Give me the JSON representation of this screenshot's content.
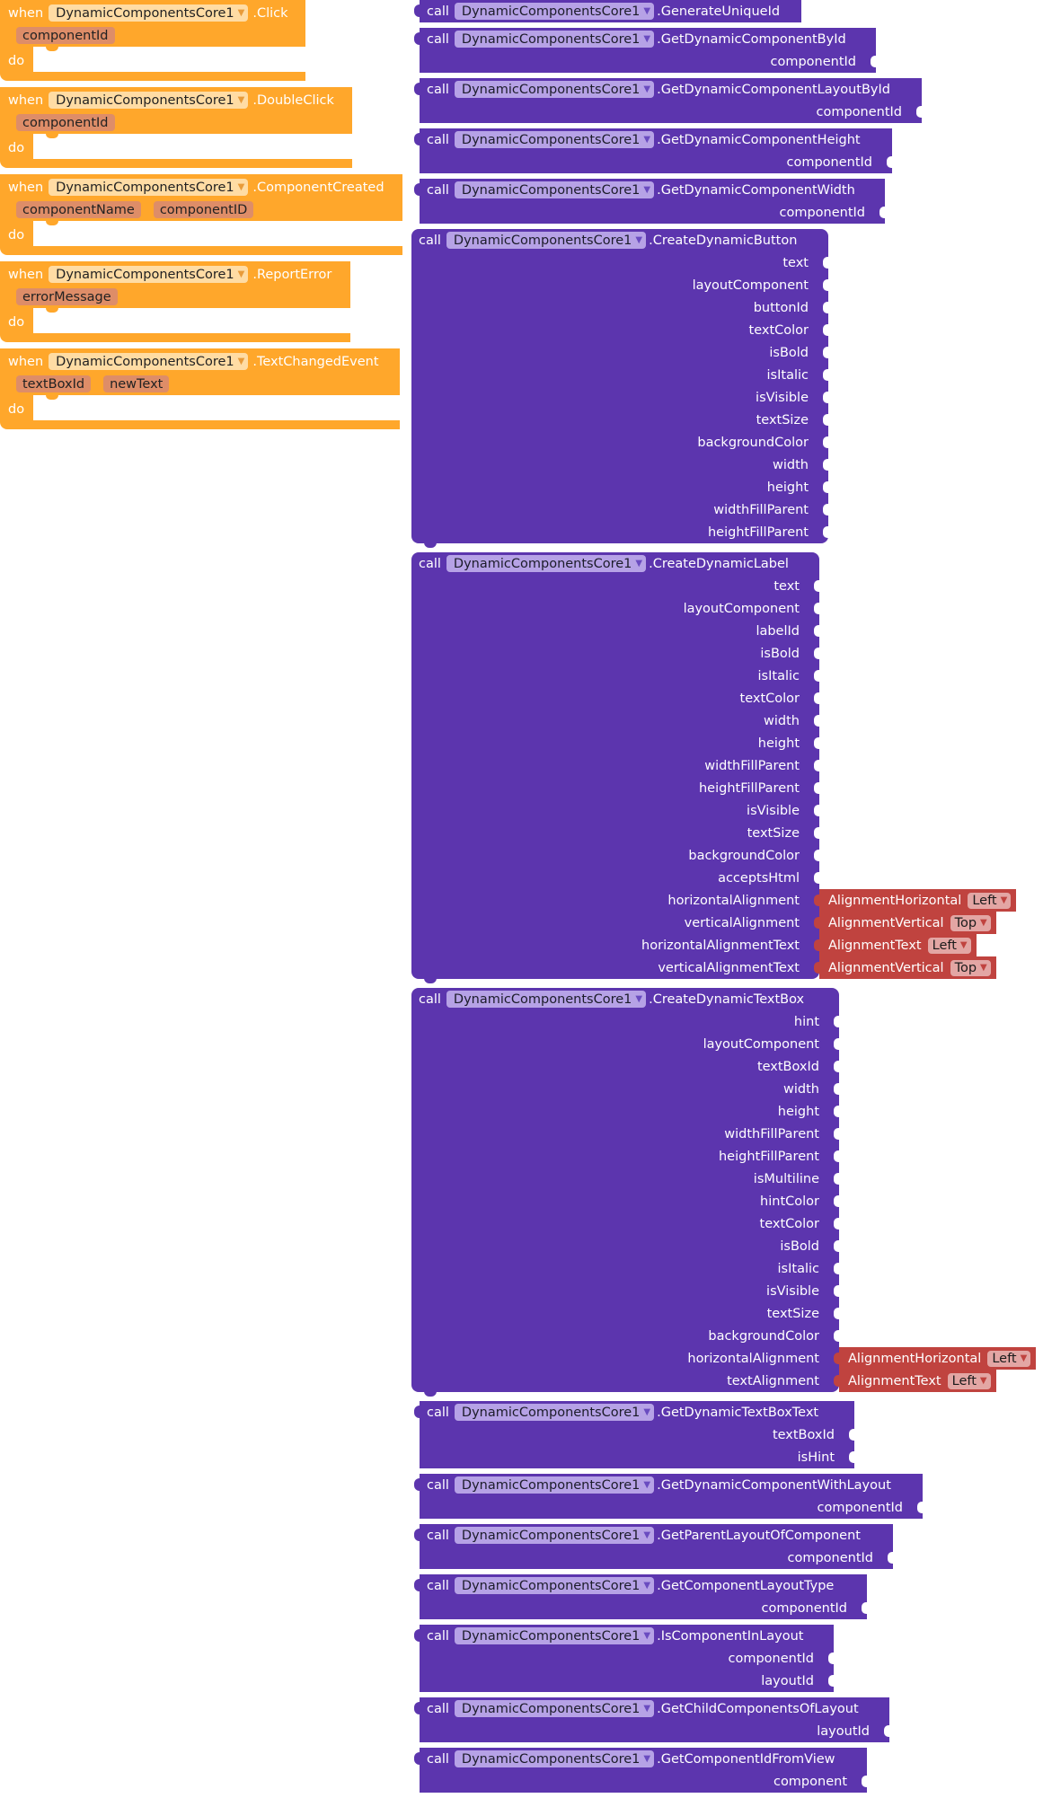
{
  "component": "DynamicComponentsCore1",
  "labels": {
    "when": "when",
    "do": "do",
    "call": "call"
  },
  "events": [
    {
      "name": ".Click",
      "params": [
        "componentId"
      ]
    },
    {
      "name": ".DoubleClick",
      "params": [
        "componentId"
      ]
    },
    {
      "name": ".ComponentCreated",
      "params": [
        "componentName",
        "componentID"
      ]
    },
    {
      "name": ".ReportError",
      "params": [
        "errorMessage"
      ]
    },
    {
      "name": ".TextChangedEvent",
      "params": [
        "textBoxId",
        "newText"
      ]
    }
  ],
  "calls": [
    {
      "method": ".GenerateUniqueId",
      "params": []
    },
    {
      "method": ".GetDynamicComponentById",
      "params": [
        {
          "name": "componentId"
        }
      ]
    },
    {
      "method": ".GetDynamicComponentLayoutById",
      "params": [
        {
          "name": "componentId"
        }
      ]
    },
    {
      "method": ".GetDynamicComponentHeight",
      "params": [
        {
          "name": "componentId"
        }
      ]
    },
    {
      "method": ".GetDynamicComponentWidth",
      "params": [
        {
          "name": "componentId"
        }
      ]
    },
    {
      "method": ".CreateDynamicButton",
      "big": true,
      "params": [
        {
          "name": "text"
        },
        {
          "name": "layoutComponent"
        },
        {
          "name": "buttonId"
        },
        {
          "name": "textColor"
        },
        {
          "name": "isBold"
        },
        {
          "name": "isItalic"
        },
        {
          "name": "isVisible"
        },
        {
          "name": "textSize"
        },
        {
          "name": "backgroundColor"
        },
        {
          "name": "width"
        },
        {
          "name": "height"
        },
        {
          "name": "widthFillParent"
        },
        {
          "name": "heightFillParent"
        }
      ]
    },
    {
      "method": ".CreateDynamicLabel",
      "big": true,
      "params": [
        {
          "name": "text"
        },
        {
          "name": "layoutComponent"
        },
        {
          "name": "labelId"
        },
        {
          "name": "isBold"
        },
        {
          "name": "isItalic"
        },
        {
          "name": "textColor"
        },
        {
          "name": "width"
        },
        {
          "name": "height"
        },
        {
          "name": "widthFillParent"
        },
        {
          "name": "heightFillParent"
        },
        {
          "name": "isVisible"
        },
        {
          "name": "textSize"
        },
        {
          "name": "backgroundColor"
        },
        {
          "name": "acceptsHtml"
        },
        {
          "name": "horizontalAlignment",
          "value": {
            "type": "AlignmentHorizontal",
            "option": "Left"
          }
        },
        {
          "name": "verticalAlignment",
          "value": {
            "type": "AlignmentVertical",
            "option": "Top"
          }
        },
        {
          "name": "horizontalAlignmentText",
          "value": {
            "type": "AlignmentText",
            "option": "Left"
          }
        },
        {
          "name": "verticalAlignmentText",
          "value": {
            "type": "AlignmentVertical",
            "option": "Top"
          }
        }
      ]
    },
    {
      "method": ".CreateDynamicTextBox",
      "big": true,
      "params": [
        {
          "name": "hint"
        },
        {
          "name": "layoutComponent"
        },
        {
          "name": "textBoxId"
        },
        {
          "name": "width"
        },
        {
          "name": "height"
        },
        {
          "name": "widthFillParent"
        },
        {
          "name": "heightFillParent"
        },
        {
          "name": "isMultiline"
        },
        {
          "name": "hintColor"
        },
        {
          "name": "textColor"
        },
        {
          "name": "isBold"
        },
        {
          "name": "isItalic"
        },
        {
          "name": "isVisible"
        },
        {
          "name": "textSize"
        },
        {
          "name": "backgroundColor"
        },
        {
          "name": "horizontalAlignment",
          "value": {
            "type": "AlignmentHorizontal",
            "option": "Left"
          }
        },
        {
          "name": "textAlignment",
          "value": {
            "type": "AlignmentText",
            "option": "Left"
          }
        }
      ]
    },
    {
      "method": ".GetDynamicTextBoxText",
      "params": [
        {
          "name": "textBoxId"
        },
        {
          "name": "isHint"
        }
      ]
    },
    {
      "method": ".GetDynamicComponentWithLayout",
      "params": [
        {
          "name": "componentId"
        }
      ]
    },
    {
      "method": ".GetParentLayoutOfComponent",
      "params": [
        {
          "name": "componentId"
        }
      ]
    },
    {
      "method": ".GetComponentLayoutType",
      "params": [
        {
          "name": "componentId"
        }
      ]
    },
    {
      "method": ".IsComponentInLayout",
      "params": [
        {
          "name": "componentId"
        },
        {
          "name": "layoutId"
        }
      ]
    },
    {
      "method": ".GetChildComponentsOfLayout",
      "params": [
        {
          "name": "layoutId"
        }
      ]
    },
    {
      "method": ".GetComponentIdFromView",
      "params": [
        {
          "name": "component"
        }
      ]
    }
  ],
  "colors": {
    "event": "#ffa72b",
    "procedure": "#5c35ae",
    "enum": "#c0433f"
  }
}
